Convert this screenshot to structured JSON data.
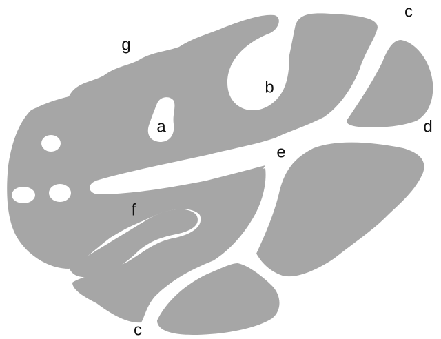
{
  "diagram": {
    "fill_color": "#a6a6a6",
    "background_color": "#ffffff",
    "label_color": "#111111",
    "labels": {
      "a": "a",
      "b": "b",
      "c_top": "c",
      "c_bottom": "c",
      "d": "d",
      "e": "e",
      "f": "f",
      "g": "g"
    }
  }
}
